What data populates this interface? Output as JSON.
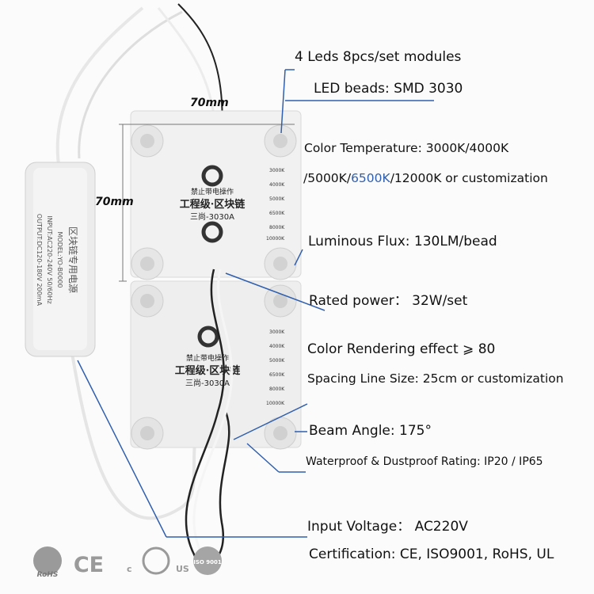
{
  "dimensions": {
    "width_label": "70mm",
    "height_label": "70mm"
  },
  "specs": {
    "modules": "4 Leds 8pcs/set modules",
    "beads": "LED beads: SMD 3030",
    "color_temp_line1": "Color Temperature: 3000K/4000K",
    "color_temp_line2_a": "/5000K/",
    "color_temp_line2_hl": "6500K",
    "color_temp_line2_b": "/12000K or customization",
    "luminous_flux": "Luminous Flux: 130LM/bead",
    "rated_power_label": "Rated power：",
    "rated_power_value": "32W/set",
    "color_rendering": "Color Rendering effect ⩾ 80",
    "spacing": "Spacing Line Size: 25cm or customization",
    "beam_angle": "Beam Angle: 175°",
    "waterproof": "Waterproof & Dustproof Rating: IP20 / IP65",
    "input_voltage_label": "Input Voltage：",
    "input_voltage_value": "AC220V",
    "certification": "Certification: CE, ISO9001, RoHS, UL"
  },
  "module_top": {
    "warning": "禁止带电操作",
    "brand": "工程级·区块链",
    "model": "三尚-3030A",
    "temps": [
      "3000K",
      "4000K",
      "5000K",
      "6500K",
      "8000K",
      "10000K"
    ]
  },
  "module_bottom": {
    "warning": "禁止带电操作",
    "brand": "工程级·区块链",
    "model": "三尚-3030A",
    "temps": [
      "3000K",
      "4000K",
      "5000K",
      "6500K",
      "8000K",
      "10000K"
    ]
  },
  "driver": {
    "line1": "区块链专用电源",
    "line2": "MODEL:YO-B0000",
    "line3": "INPUT:AC220-240V 50/60Hz",
    "line4": "OUTPUT:DC120-180V 200mA"
  },
  "cert_logos": {
    "rohs": "RoHS",
    "ce": "CE",
    "ul_c": "c",
    "ul_us": "US",
    "iso": "ISO 9001"
  },
  "colors": {
    "leader_line": "#2f5fae",
    "highlight": "#2f5fae",
    "board": "#f1f1f1"
  }
}
